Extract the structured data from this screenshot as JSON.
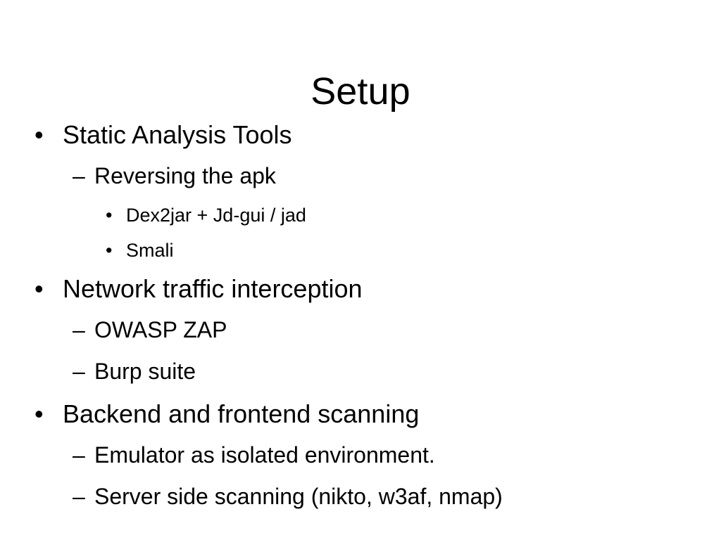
{
  "slide": {
    "title": "Setup",
    "background_color": "#ffffff",
    "text_color": "#000000",
    "markers": {
      "level1": "•",
      "level2": "–",
      "level3": "•"
    },
    "outline": [
      {
        "level": 1,
        "text": "Static Analysis Tools"
      },
      {
        "level": 2,
        "text": "Reversing the apk"
      },
      {
        "level": 3,
        "text": "Dex2jar + Jd-gui / jad"
      },
      {
        "level": 3,
        "text": "Smali"
      },
      {
        "level": 1,
        "text": "Network traffic interception"
      },
      {
        "level": 2,
        "text": "OWASP ZAP"
      },
      {
        "level": 2,
        "text": "Burp suite"
      },
      {
        "level": 1,
        "text": "Backend and frontend scanning"
      },
      {
        "level": 2,
        "text": "Emulator as isolated environment."
      },
      {
        "level": 2,
        "text": "Server side scanning (nikto, w3af, nmap)"
      }
    ]
  }
}
